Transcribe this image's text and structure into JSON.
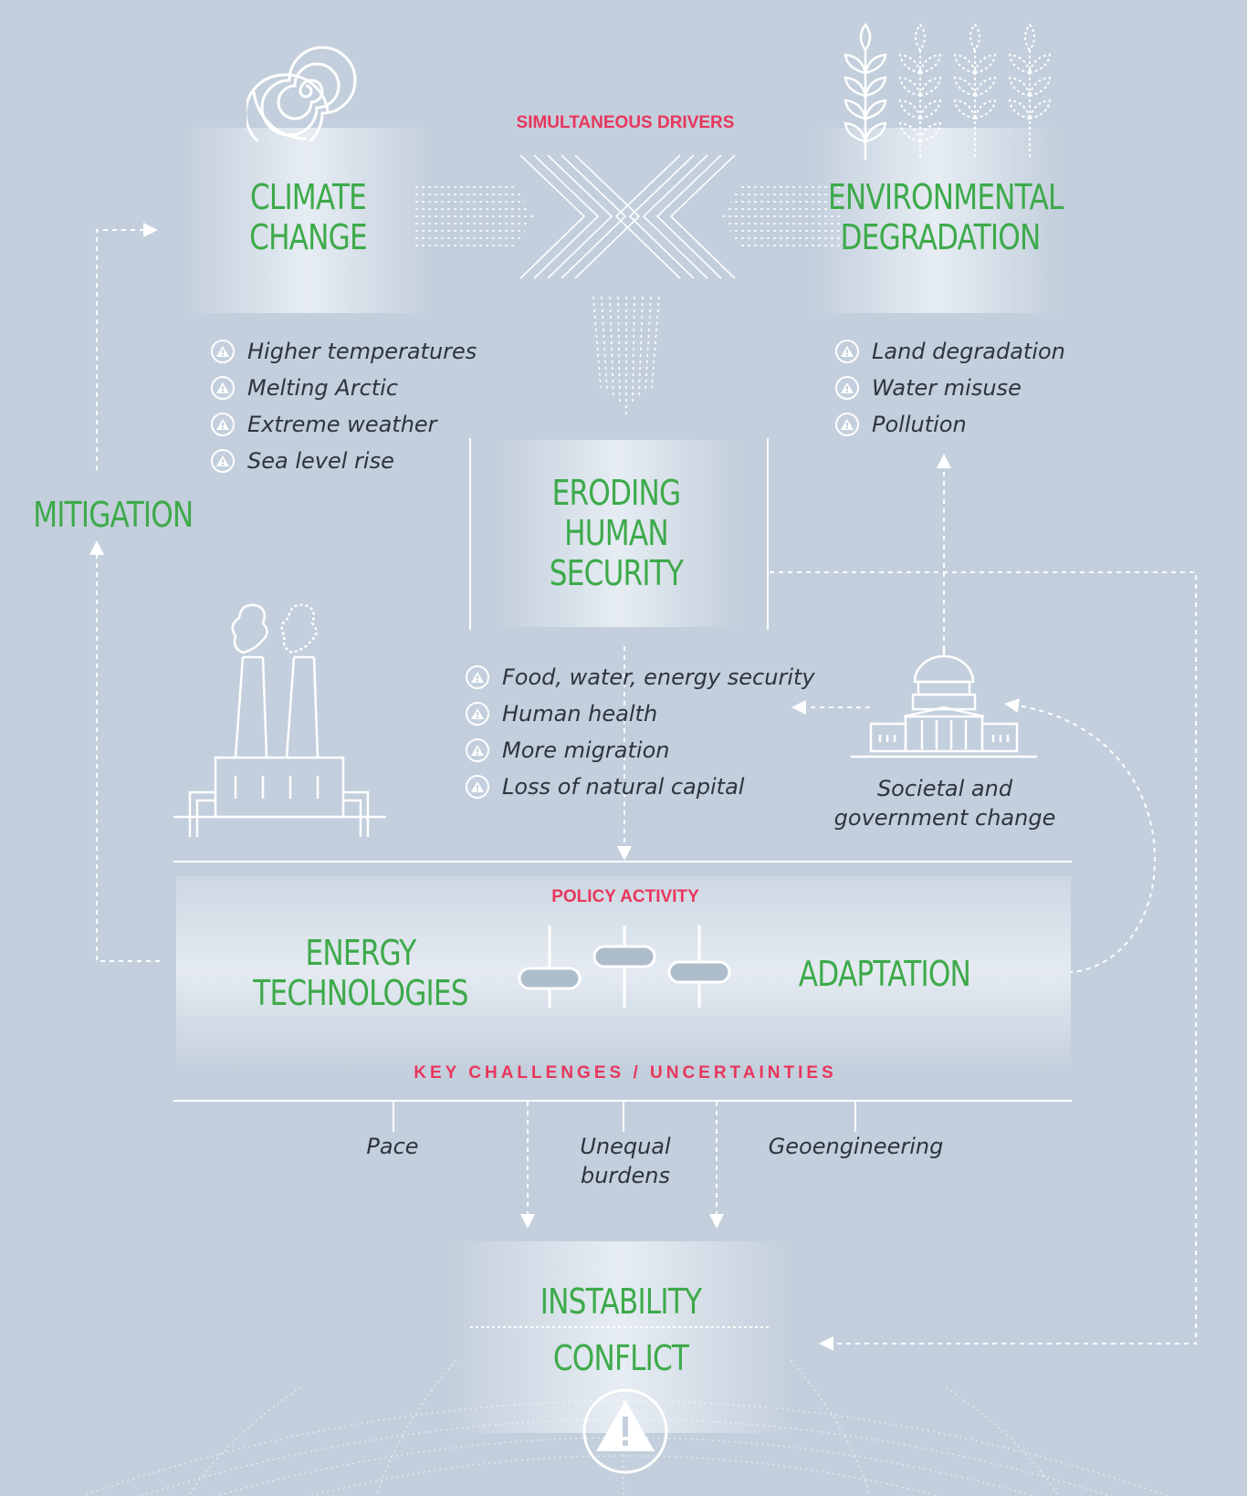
{
  "simultaneous_drivers": "SIMULTANEOUS DRIVERS",
  "climate": {
    "title_line1": "CLIMATE",
    "title_line2": "CHANGE",
    "items": [
      "Higher temperatures",
      "Melting Arctic",
      "Extreme weather",
      "Sea level rise"
    ]
  },
  "environment": {
    "title_line1": "ENVIRONMENTAL",
    "title_line2": "DEGRADATION",
    "items": [
      "Land degradation",
      "Water misuse",
      "Pollution"
    ]
  },
  "human_security": {
    "title_line1": "ERODING",
    "title_line2": "HUMAN",
    "title_line3": "SECURITY",
    "items": [
      "Food, water, energy security",
      "Human health",
      "More migration",
      "Loss of natural capital"
    ]
  },
  "mitigation": "MITIGATION",
  "societal": {
    "line1": "Societal and",
    "line2": "government change"
  },
  "policy": {
    "label": "POLICY ACTIVITY",
    "energy_line1": "ENERGY",
    "energy_line2": "TECHNOLOGIES",
    "adaptation": "ADAPTATION"
  },
  "challenges": {
    "label": "KEY CHALLENGES / UNCERTAINTIES",
    "pace": "Pace",
    "unequal_line1": "Unequal",
    "unequal_line2": "burdens",
    "geoengineering": "Geoengineering"
  },
  "outcome": {
    "instability": "INSTABILITY",
    "conflict": "CONFLICT"
  },
  "colors": {
    "background": "#c3cfdc",
    "green": "#3daa4a",
    "red": "#e8365d",
    "text": "#2d3440"
  },
  "icons": [
    "spiral-icon",
    "wheat-icon",
    "factory-icon",
    "capitol-icon",
    "warning-icon",
    "slider-icon",
    "globe-icon"
  ]
}
